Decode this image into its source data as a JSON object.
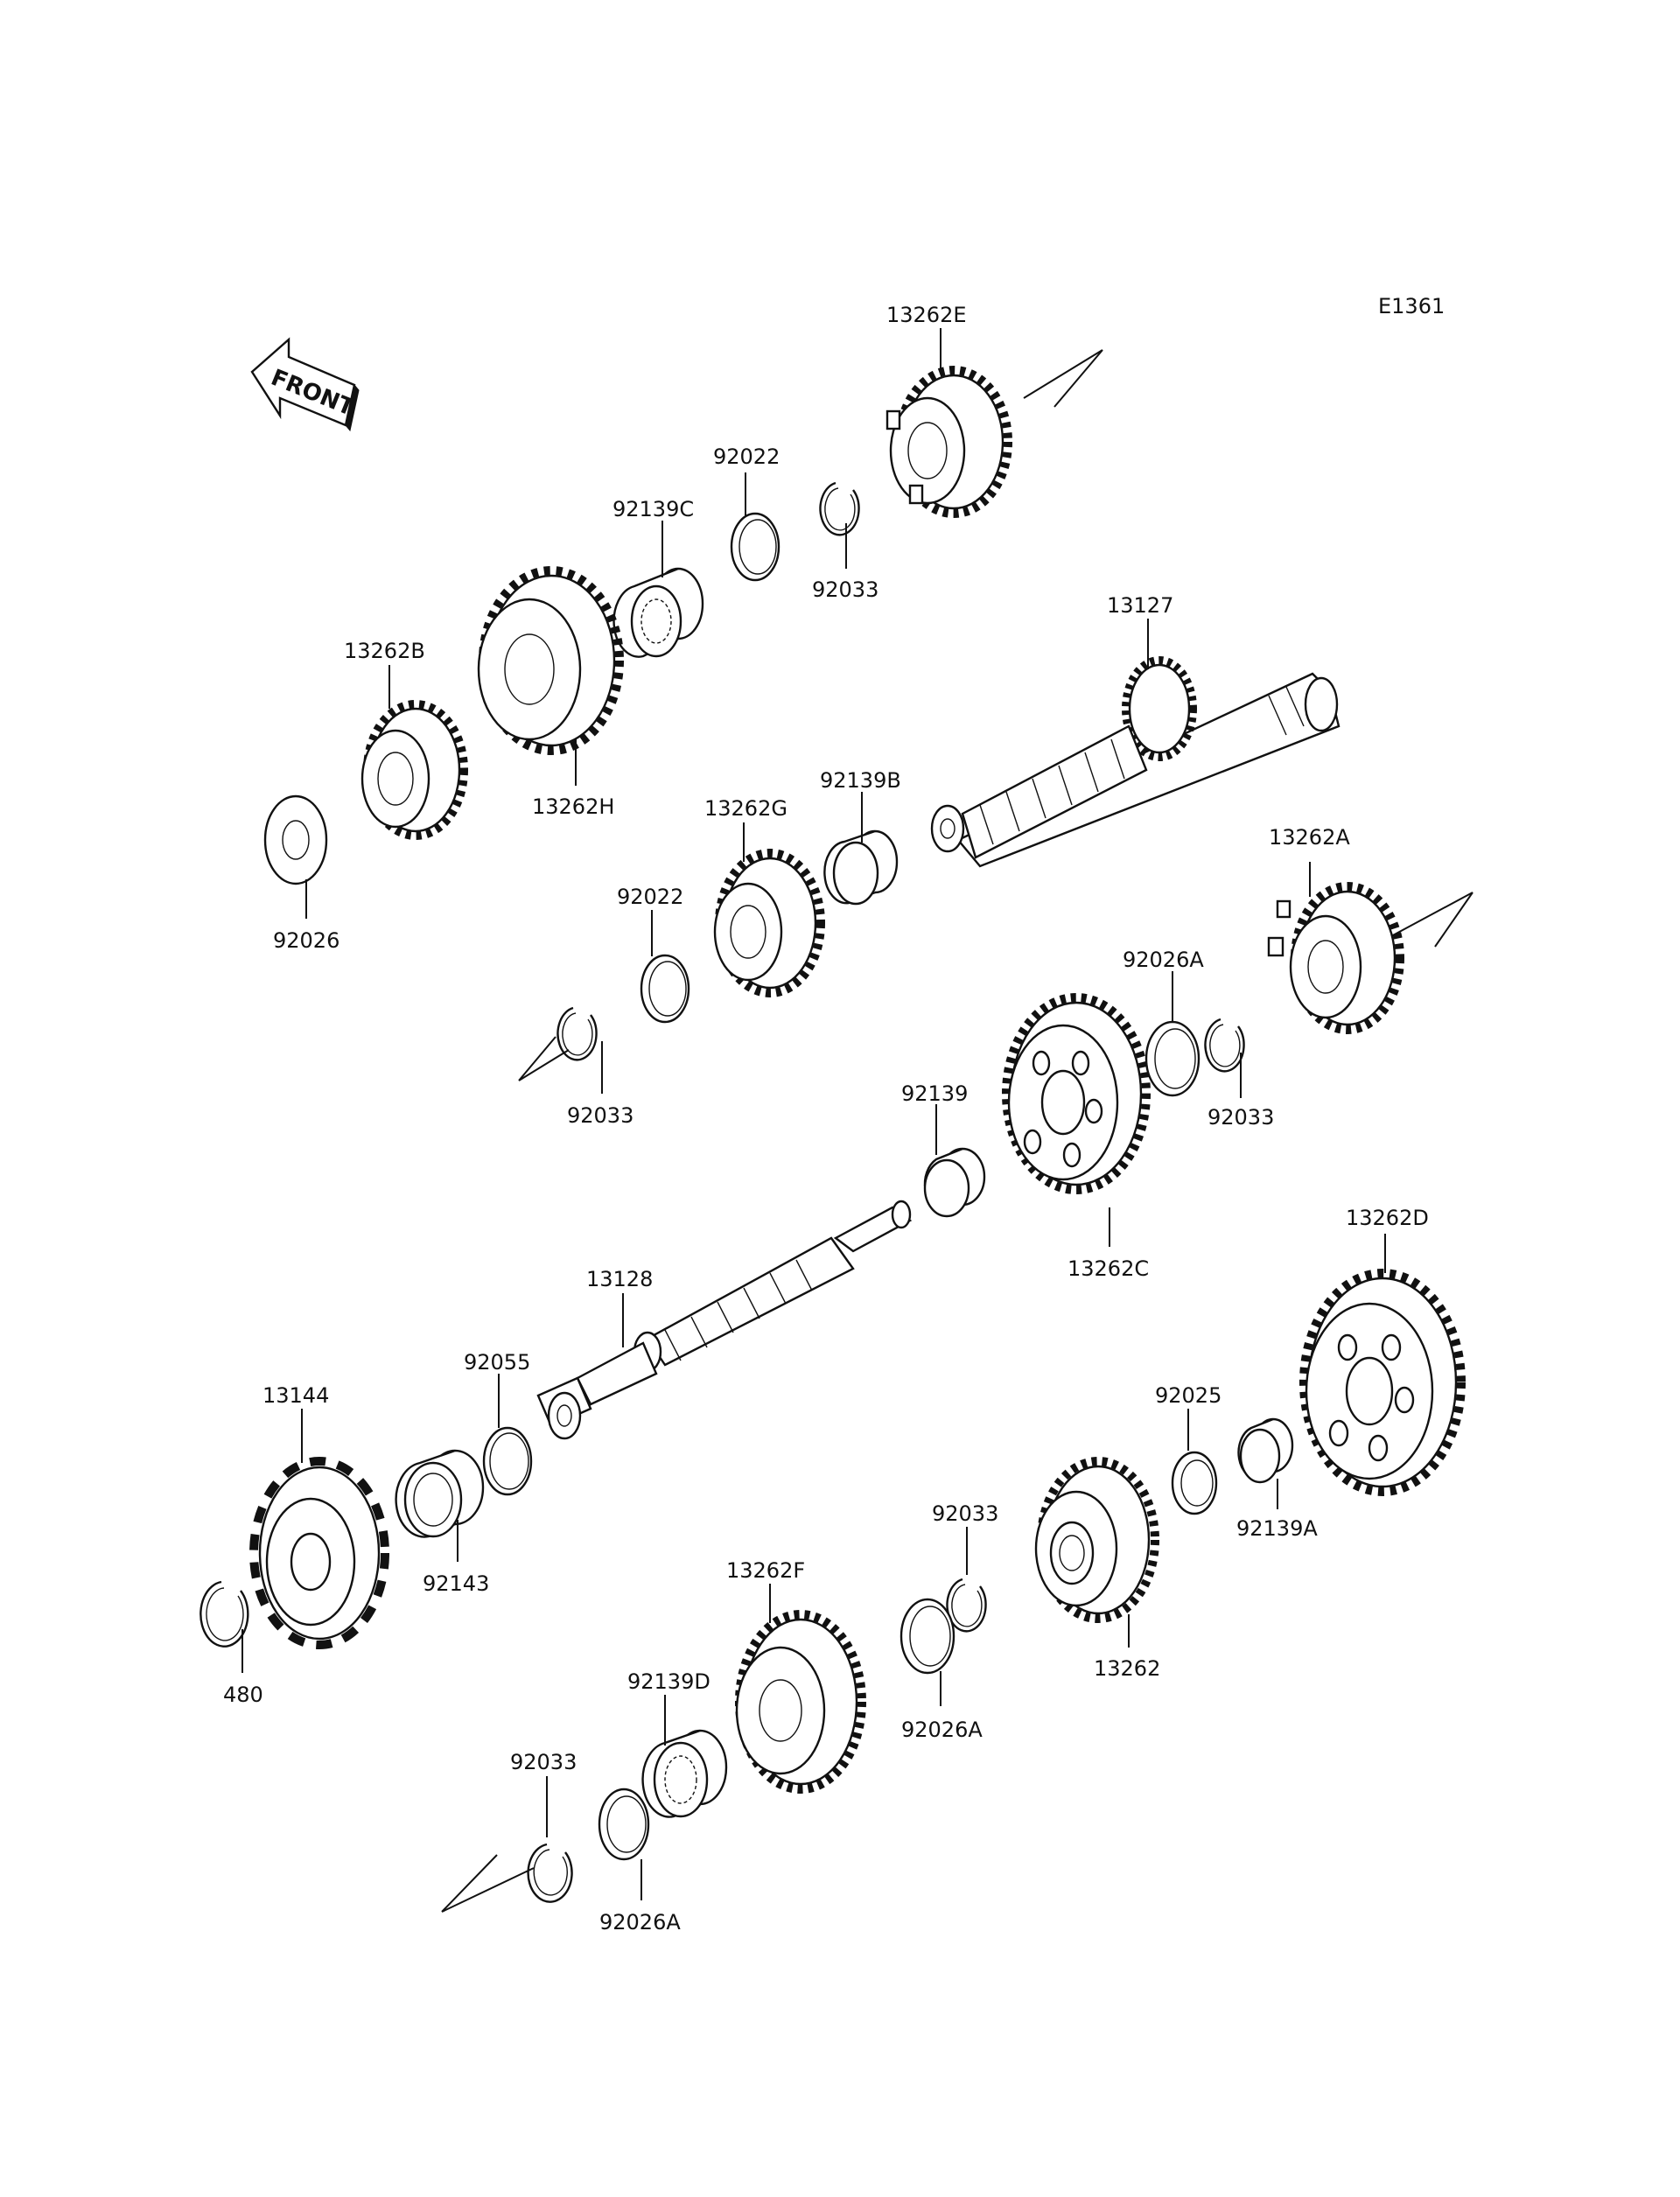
{
  "diagram_code": "E1361",
  "front_label": "FRONT",
  "callouts": {
    "c13262E": "13262E",
    "c92022a": "92022",
    "c92139C": "92139C",
    "c92033a": "92033",
    "c13127": "13127",
    "c13262B": "13262B",
    "c13262H": "13262H",
    "c92026": "92026",
    "c13262G": "13262G",
    "c92139B": "92139B",
    "c92022b": "92022",
    "c13262A": "13262A",
    "c92026Aa": "92026A",
    "c92033b": "92033",
    "c92033c": "92033",
    "c92139": "92139",
    "c13262C": "13262C",
    "c13262D": "13262D",
    "c13128": "13128",
    "c92055": "92055",
    "c13144": "13144",
    "c92025": "92025",
    "c92143": "92143",
    "c92139A": "92139A",
    "c92033d": "92033",
    "c480": "480",
    "c13262F": "13262F",
    "c13262": "13262",
    "c92139D": "92139D",
    "c92026Ab": "92026A",
    "c92033e": "92033",
    "c92026Ac": "92026A"
  }
}
